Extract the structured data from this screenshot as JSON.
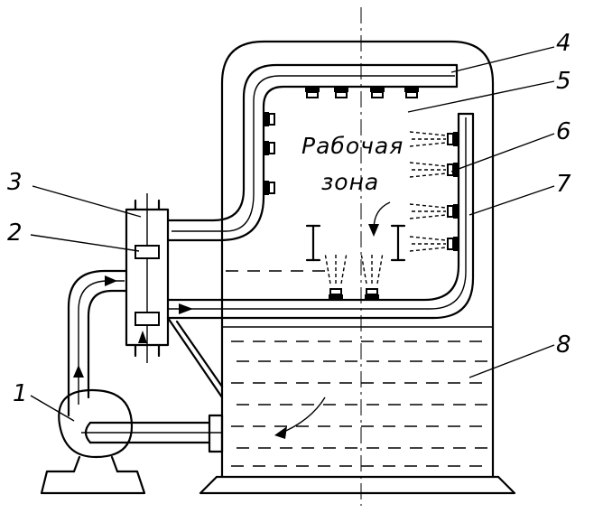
{
  "labels": {
    "l1": "1",
    "l2": "2",
    "l3": "3",
    "l4": "4",
    "l5": "5",
    "l6": "6",
    "l7": "7",
    "l8": "8"
  },
  "zone_text": {
    "line1": "Рабочая",
    "line2": "зона"
  }
}
